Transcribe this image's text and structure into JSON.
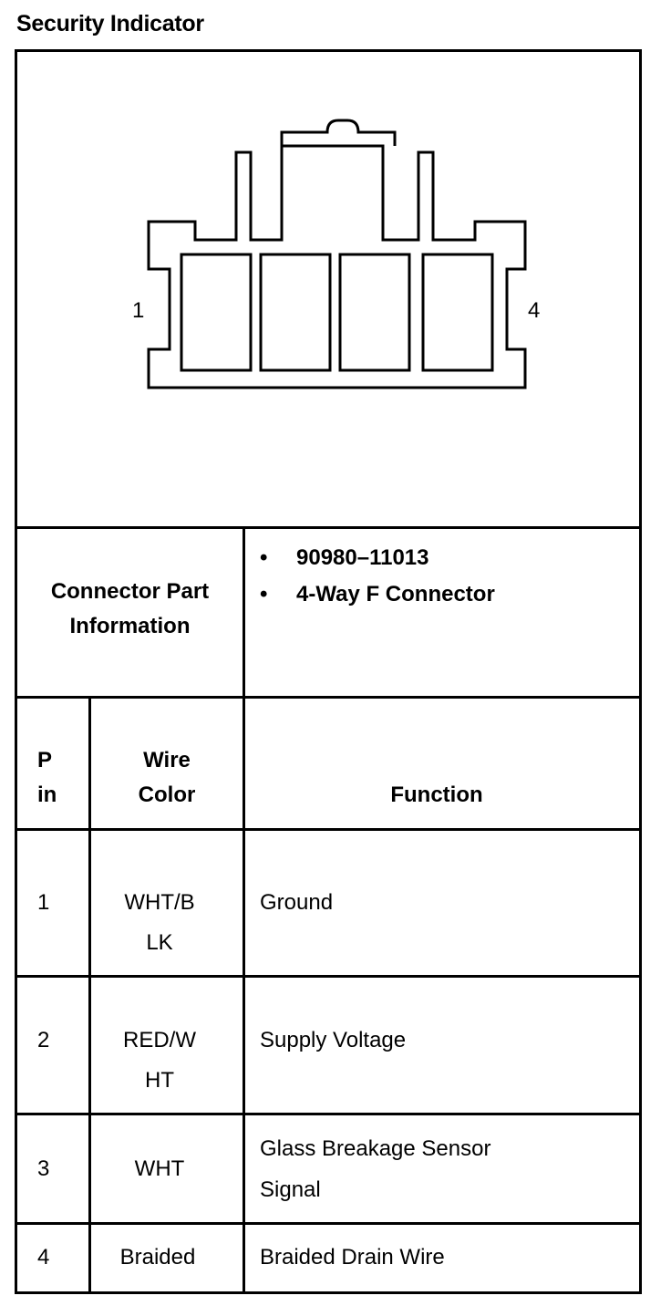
{
  "title": "Security Indicator",
  "diagram": {
    "pin_left_label": "1",
    "pin_right_label": "4"
  },
  "connector_info": {
    "label_line1": "Connector Part",
    "label_line2": "Information",
    "bullet": "•",
    "items": [
      "90980–11013",
      "4-Way F Connector"
    ]
  },
  "pin_table": {
    "headers": {
      "pin_line1": "P",
      "pin_line2": "in",
      "wire_line1": "Wire",
      "wire_line2": "Color",
      "function": "Function"
    },
    "rows": [
      {
        "pin": "1",
        "wire_line1": "WHT/B",
        "wire_line2": "LK",
        "function_line1": "Ground",
        "function_line2": ""
      },
      {
        "pin": "2",
        "wire_line1": "RED/W",
        "wire_line2": "HT",
        "function_line1": "Supply Voltage",
        "function_line2": ""
      },
      {
        "pin": "3",
        "wire_line1": "WHT",
        "wire_line2": "",
        "function_line1": "Glass Breakage Sensor",
        "function_line2": "Signal"
      },
      {
        "pin": "4",
        "wire_line1": "Braided",
        "wire_line2": "",
        "function_line1": "Braided Drain Wire",
        "function_line2": ""
      }
    ]
  }
}
